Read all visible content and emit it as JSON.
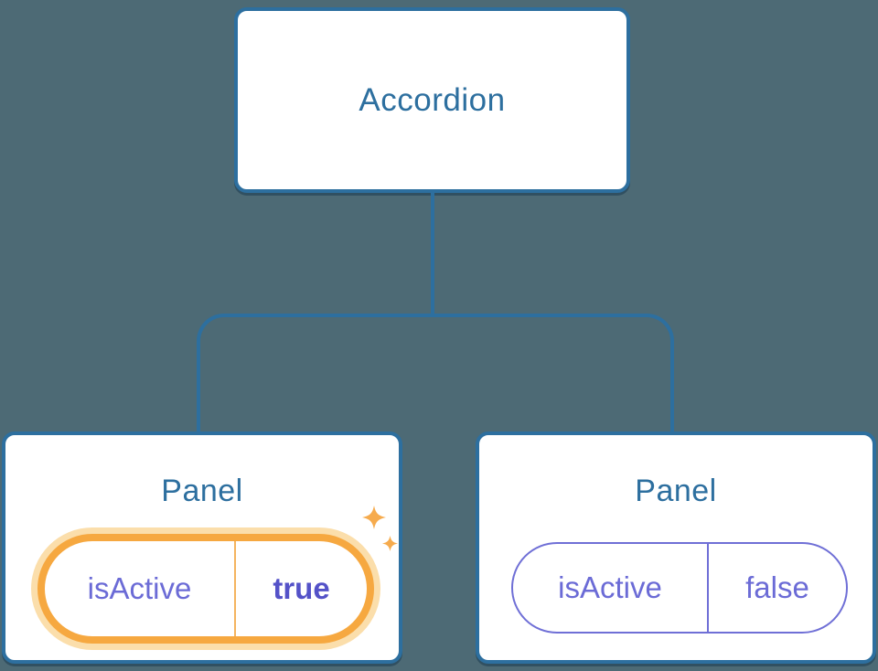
{
  "diagram": {
    "root": {
      "label": "Accordion"
    },
    "children": [
      {
        "label": "Panel",
        "highlighted": true,
        "state": {
          "name": "isActive",
          "value": "true"
        }
      },
      {
        "label": "Panel",
        "highlighted": false,
        "state": {
          "name": "isActive",
          "value": "false"
        }
      }
    ]
  },
  "icons": {
    "active_highlight": "sparkle"
  },
  "colors": {
    "background": "#4D6A75",
    "tree_blue": "#2D6F9F",
    "node_fill": "#FFFFFF",
    "state_purple": "#6B6BD6",
    "state_value_bold_purple": "#5452C8",
    "highlight_orange": "#F6A840",
    "highlight_glow": "#FBDEAB",
    "sparkle_orange": "#F6AB4D"
  }
}
